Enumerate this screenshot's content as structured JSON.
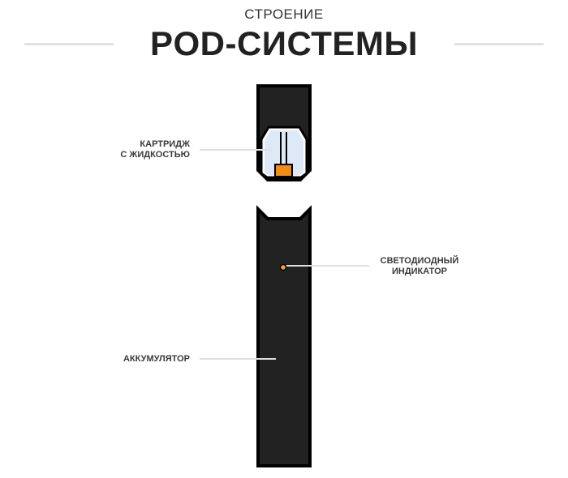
{
  "header": {
    "subtitle": "СТРОЕНИЕ",
    "title": "POD-СИСТЕМЫ"
  },
  "labels": {
    "cartridge_line1": "КАРТРИДЖ",
    "cartridge_line2": "С ЖИДКОСТЬЮ",
    "led_line1": "СВЕТОДИОДНЫЙ",
    "led_line2": "ИНДИКАТОР",
    "battery": "АККУМУЛЯТОР"
  },
  "colors": {
    "body": "#222222",
    "outline": "#000000",
    "window": "#dde9f6",
    "wick": "#f28c14",
    "led": "#f5a623",
    "leader_line": "#e0e0e0",
    "rule": "#e2e2e2"
  }
}
